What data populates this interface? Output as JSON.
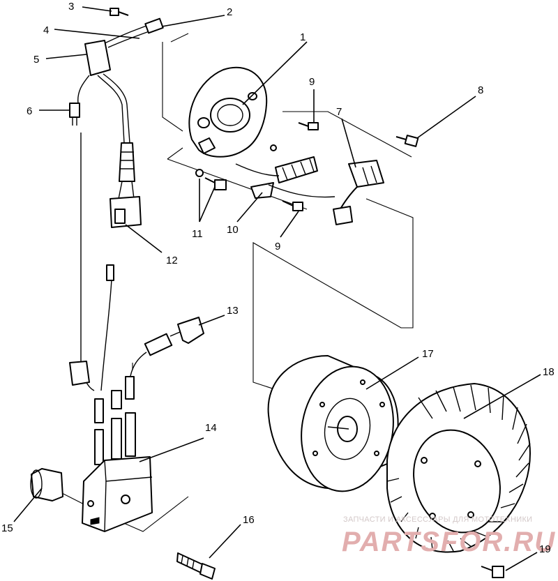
{
  "callouts": [
    {
      "label": "1"
    },
    {
      "label": "2"
    },
    {
      "label": "3"
    },
    {
      "label": "4"
    },
    {
      "label": "5"
    },
    {
      "label": "6"
    },
    {
      "label": "7"
    },
    {
      "label": "8"
    },
    {
      "label": "9"
    },
    {
      "label": "9"
    },
    {
      "label": "10"
    },
    {
      "label": "11"
    },
    {
      "label": "12"
    },
    {
      "label": "13"
    },
    {
      "label": "14"
    },
    {
      "label": "15"
    },
    {
      "label": "16"
    },
    {
      "label": "17"
    },
    {
      "label": "18"
    },
    {
      "label": "19"
    }
  ],
  "watermark": {
    "top_text": "ЗАПЧАСТИ И АКСЕССУАРЫ ДЛЯ МОТОТЕХНИКИ",
    "brand": "PARTSFOR.RU"
  }
}
